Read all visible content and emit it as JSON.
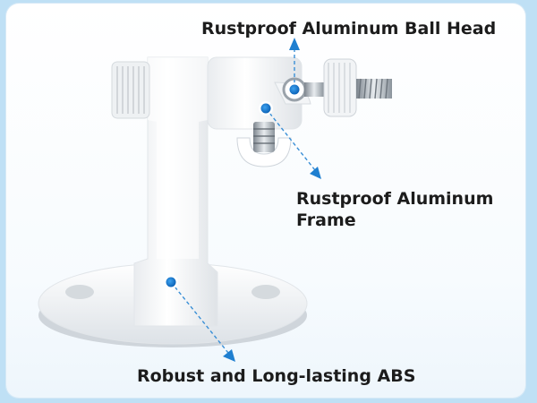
{
  "labels": {
    "ball_head": "Rustproof Aluminum Ball Head",
    "frame_line1": "Rustproof Aluminum",
    "frame_line2": "Frame",
    "abs": "Robust and Long-lasting ABS"
  },
  "colors": {
    "background": "#bfe0f5",
    "pointer": "#1f7fd0",
    "pointer_line": "#3a8fd6",
    "mount": "#ffffff",
    "shadow": "#d9dde2",
    "metal": "#9aa2aa"
  }
}
